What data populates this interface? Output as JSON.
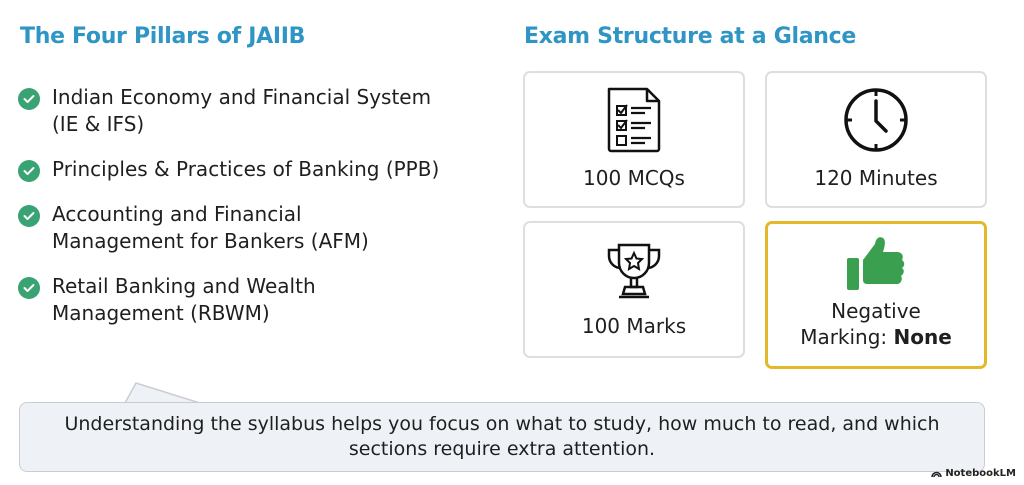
{
  "left_section": {
    "title": "The Four Pillars of JAIIB",
    "pillars": [
      {
        "line1": "Indian Economy and Financial System",
        "line2": "(IE & IFS)"
      },
      {
        "line1": "Principles & Practices of Banking (PPB)",
        "line2": ""
      },
      {
        "line1": "Accounting and Financial",
        "line2": "Management for Bankers (AFM)"
      },
      {
        "line1": "Retail Banking and Wealth",
        "line2": "Management (RBWM)"
      }
    ],
    "check_icon": "check-circle-icon",
    "check_color": "#3aa374"
  },
  "right_section": {
    "title": "Exam Structure at a Glance",
    "cards": [
      {
        "icon": "checklist-document-icon",
        "label": "100 MCQs"
      },
      {
        "icon": "clock-icon",
        "label": "120 Minutes"
      },
      {
        "icon": "trophy-icon",
        "label": "100 Marks"
      },
      {
        "icon": "thumbs-up-icon",
        "label_line1": "Negative",
        "label_line2_prefix": "Marking: ",
        "label_line2_bold": "None",
        "highlight_color": "#e2b92b",
        "icon_color": "#3aa04f"
      }
    ]
  },
  "callout": {
    "text": "Understanding the syllabus helps you focus on what to study, how much to read, and which sections require extra attention."
  },
  "brand": {
    "label": "NotebookLM",
    "icon": "notebooklm-logo-icon"
  },
  "colors": {
    "heading": "#2e95c4",
    "callout_bg": "#eef2f7"
  }
}
